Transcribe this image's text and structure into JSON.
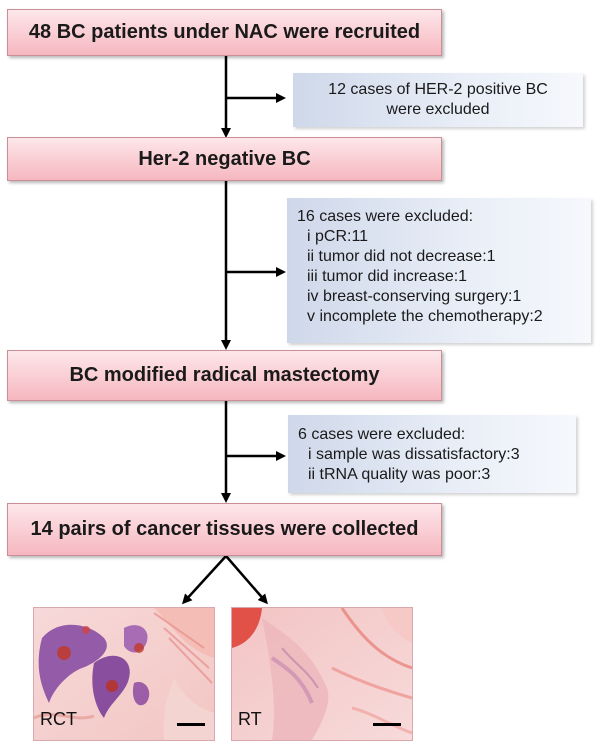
{
  "steps": [
    "48 BC patients under NAC were recruited",
    "Her-2 negative BC",
    "BC modified radical mastectomy",
    "14 pairs of cancer tissues were collected"
  ],
  "exclusions": {
    "e1": {
      "lines": [
        "12 cases of HER-2 positive BC",
        "were excluded"
      ]
    },
    "e2": {
      "title": "16 cases were excluded:",
      "items": [
        "i pCR:11",
        "ii tumor did not decrease:1",
        "iii tumor did increase:1",
        "iv breast-conserving surgery:1",
        "v incomplete the chemotherapy:2"
      ]
    },
    "e3": {
      "title": "6 cases were excluded:",
      "items": [
        "i sample was dissatisfactory:3",
        "ii tRNA quality was poor:3"
      ]
    }
  },
  "images": {
    "left_label": "RCT",
    "right_label": "RT"
  },
  "colors": {
    "step_fill": "#f6b7c0",
    "note_fill": "#cfd8ea",
    "arrow": "#000000"
  }
}
